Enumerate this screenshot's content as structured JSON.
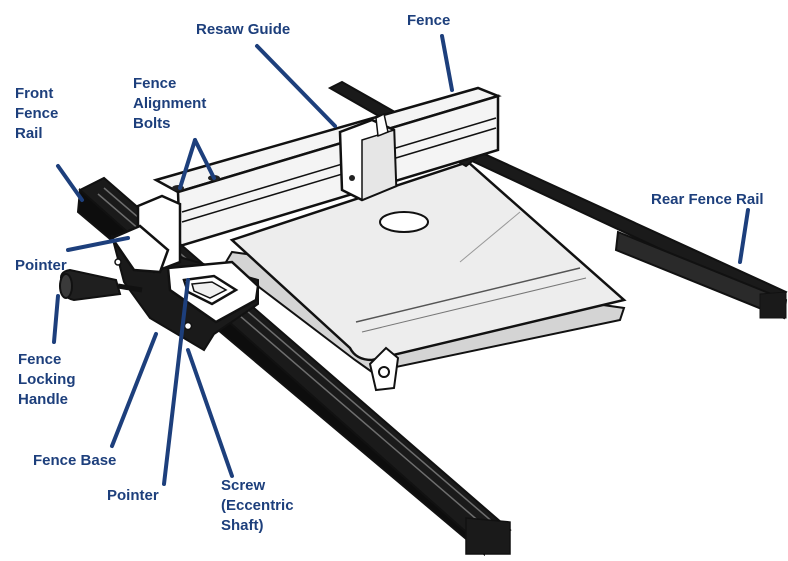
{
  "colors": {
    "label": "#1d3f7c",
    "leader": "#1d3f7c",
    "outline": "#111111",
    "rail": "#1a1a1a",
    "table": "#ededed",
    "table_shadow": "#d4d4d4",
    "fence_body": "#f4f4f4"
  },
  "labels": {
    "resaw_guide": "Resaw Guide",
    "fence": "Fence",
    "fence_alignment_bolts": "Fence\nAlignment\nBolts",
    "front_fence_rail": "Front\nFence\nRail",
    "rear_fence_rail": "Rear Fence Rail",
    "pointer_upper": "Pointer",
    "fence_locking_handle": "Fence\nLocking\nHandle",
    "fence_base": "Fence Base",
    "pointer_lower": "Pointer",
    "screw_eccentric_shaft": "Screw\n(Eccentric\nShaft)"
  }
}
